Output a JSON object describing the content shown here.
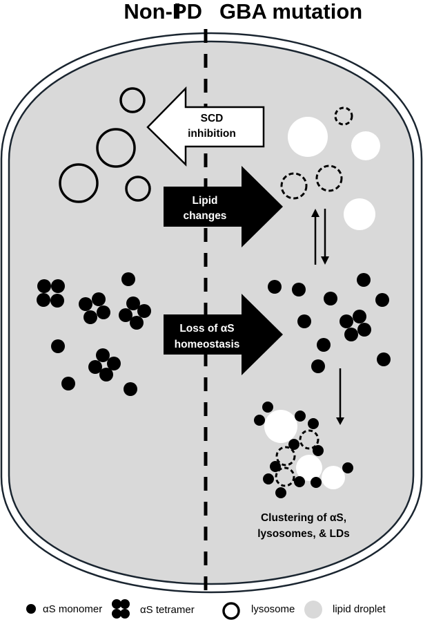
{
  "header": {
    "left_title": "Non-PD",
    "separator": "I",
    "right_title": "GBA mutation"
  },
  "arrows": {
    "scd_inhibition": {
      "line1": "SCD",
      "line2": "inhibition",
      "direction": "left",
      "style": "outline"
    },
    "lipid_changes": {
      "line1": "Lipid",
      "line2": "changes",
      "direction": "right",
      "style": "filled"
    },
    "loss_of_homeostasis": {
      "line1": "Loss of αS",
      "line2": "homeostasis",
      "direction": "right",
      "style": "filled"
    }
  },
  "cluster_label": {
    "line1": "Clustering of αS,",
    "line2": "lysosomes, & LDs"
  },
  "legend": {
    "items": [
      {
        "icon": "monomer-icon",
        "label": "αS monomer"
      },
      {
        "icon": "tetramer-icon",
        "label": "αS tetramer"
      },
      {
        "icon": "lysosome-icon",
        "label": "lysosome"
      },
      {
        "icon": "lipid-droplet-icon",
        "label": "lipid droplet"
      }
    ]
  },
  "colors": {
    "cytoplasm": "#d9d9d9",
    "membrane": "#1a2530",
    "lipid_droplet": "#ffffff",
    "legend_lipid_droplet": "#d9d9d9",
    "ink": "#000000"
  }
}
